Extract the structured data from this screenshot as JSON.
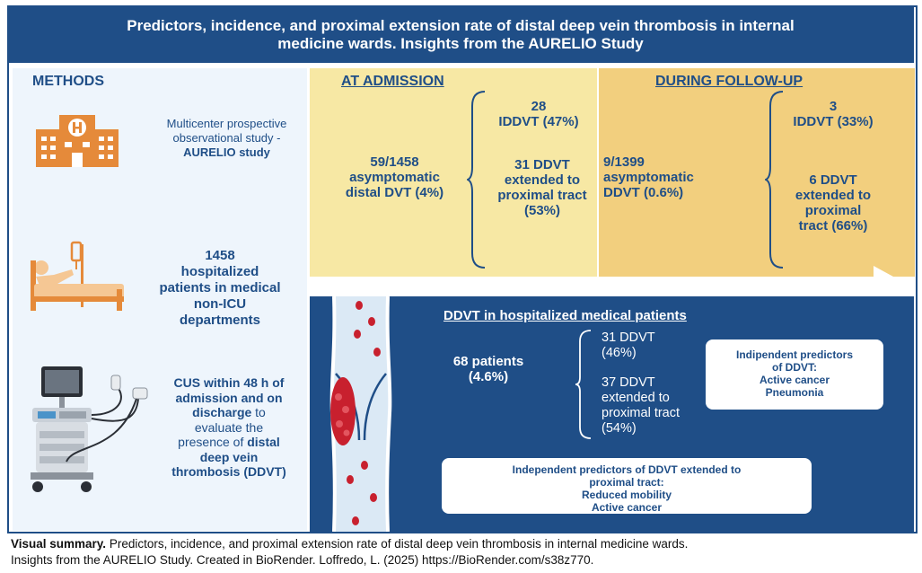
{
  "title": {
    "line1": "Predictors, incidence, and proximal extension rate of distal deep vein thrombosis in internal",
    "line2": "medicine wards. Insights from the AURELIO Study"
  },
  "methods": {
    "heading": "METHODS",
    "study_line1": "Multicenter prospective",
    "study_line2": "observational study -",
    "study_line3": "AURELIO study",
    "patients_line1": "1458",
    "patients_line2": "hospitalized",
    "patients_line3": "patients in medical",
    "patients_line4": "non-ICU",
    "patients_line5": "departments",
    "cus_line1": "CUS within 48 h of",
    "cus_line2": "admission and on",
    "cus_line3a": "discharge",
    "cus_line3b": " to",
    "cus_line4": "evaluate the",
    "cus_line5a": "presence of ",
    "cus_line5b": "distal",
    "cus_line6": "deep vein",
    "cus_line7": "thrombosis (DDVT)"
  },
  "admission": {
    "heading": "AT ADMISSION",
    "main_line1": "59/1458",
    "main_line2": "asymptomatic",
    "main_line3": "distal DVT (4%)",
    "iddvt_line1": "28",
    "iddvt_line2": "IDDVT (47%)",
    "ext_line1": "31 DDVT",
    "ext_line2": "extended to",
    "ext_line3": "proximal tract",
    "ext_line4": "(53%)"
  },
  "followup": {
    "heading": "DURING FOLLOW-UP",
    "main_line1": "9/1399",
    "main_line2": "asymptomatic",
    "main_line3": "DDVT (0.6%)",
    "iddvt_line1": "3",
    "iddvt_line2": "IDDVT (33%)",
    "ext_line1": "6 DDVT",
    "ext_line2": "extended to",
    "ext_line3": "proximal",
    "ext_line4": "tract (66%)"
  },
  "ddvt": {
    "heading": "DDVT in hospitalized medical patients",
    "patients_line1": "68 patients",
    "patients_line2": "(4.6%)",
    "b1_line1": "31 DDVT",
    "b1_line2": "(46%)",
    "b2_line1": "37 DDVT",
    "b2_line2": "extended to",
    "b2_line3": "proximal tract",
    "b2_line4": "(54%)",
    "box1_line1": "Indipendent predictors",
    "box1_line2": "of DDVT:",
    "box1_line3": "Active cancer",
    "box1_line4": "Pneumonia",
    "box2_line1": "Independent predictors of DDVT extended to",
    "box2_line2": "proximal tract:",
    "box2_line3": "Reduced mobility",
    "box2_line4": "Active cancer"
  },
  "caption": {
    "bold": "Visual summary.",
    "line1_rest": " Predictors, incidence, and proximal extension rate of distal deep vein thrombosis in internal medicine wards.",
    "line2": "Insights from the AURELIO Study. Created in BioRender. Loffredo, L. (2025) https://BioRender.com/s38z770."
  },
  "colors": {
    "navy": "#1f4e87",
    "admission_bg": "#f7e8a4",
    "followup_bg": "#f2cf7e",
    "methods_bg": "#eef5fc",
    "icon_orange": "#e58a3a",
    "blood_red": "#c8202e"
  },
  "icons": [
    "hospital-icon",
    "patient-bed-icon",
    "ultrasound-machine-icon",
    "vein-thrombus-icon",
    "arrow-right-icon"
  ]
}
